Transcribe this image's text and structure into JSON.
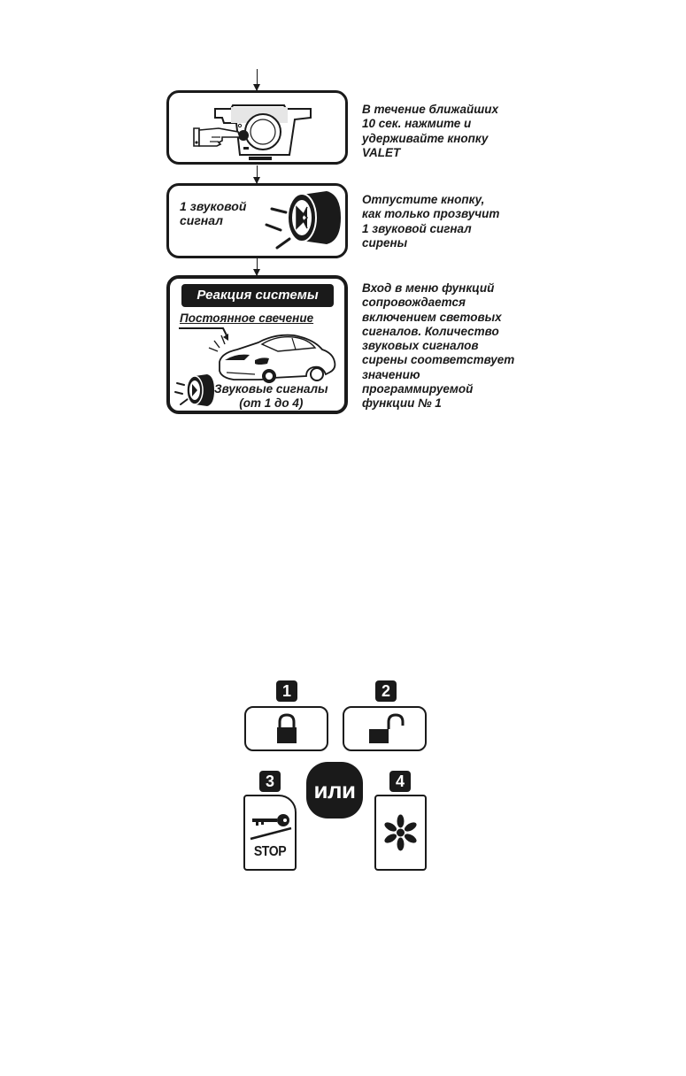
{
  "steps": [
    {
      "instruction": "В течение ближайших\n10 сек. нажмите и\nудерживайте кнопку\nVALET",
      "icon": "hand-pressing-valet-button"
    },
    {
      "box_label": "1 звуковой\nсигнал",
      "instruction": "Отпустите кнопку,\nкак только прозвучит\n1 звуковой сигнал\nсирены",
      "icon": "siren-icon"
    },
    {
      "reaction_title": "Реакция системы",
      "light_label": "Постоянное свечение",
      "sound_label": "Звуковые сигналы\n(от 1 до 4)",
      "instruction": "Вход в меню функций\nсопровождается\nвключением световых\nсигналов. Количество\nзвуковых сигналов\nсирены соответствует\nзначению\nпрограммируемой\nфункции № 1",
      "icons": [
        "car-icon",
        "siren-icon"
      ]
    }
  ],
  "remote": {
    "buttons": [
      {
        "number": "1",
        "icon": "lock-closed-icon"
      },
      {
        "number": "2",
        "icon": "lock-open-icon"
      },
      {
        "number": "3",
        "icon": "key-stop-icon",
        "label": "STOP"
      },
      {
        "number": "4",
        "icon": "asterisk-icon"
      }
    ],
    "or_label": "или"
  },
  "colors": {
    "ink": "#1a1a1a",
    "paper": "#ffffff"
  }
}
